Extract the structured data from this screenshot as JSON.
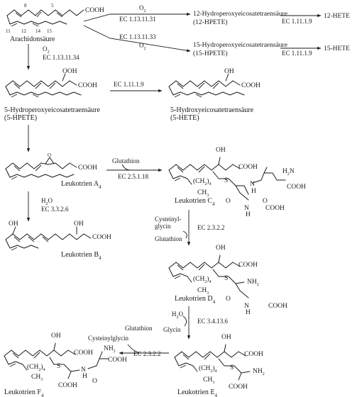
{
  "compounds": {
    "arachidonic": {
      "name": "Arachidonsäure",
      "numbers": [
        "8",
        "5",
        "11",
        "12",
        "14",
        "15"
      ]
    },
    "hpete12": {
      "name": "12-Hydroperoxyeicosatetraensäure",
      "abbr": "(12-HPETE)"
    },
    "hpete15": {
      "name": "15-Hydroperoxyeicosatetraensäure",
      "abbr": "(15-HPETE)"
    },
    "hete12": {
      "name": "12-HETE"
    },
    "hete15": {
      "name": "15-HETE"
    },
    "hpete5": {
      "name": "5-Hydroperoxyeicosatetraensäure",
      "abbr": "(5-HPETE)"
    },
    "hete5": {
      "name": "5-Hydroxyeicosatetraensäure",
      "abbr": "(5-HETE)"
    },
    "lta4": {
      "name": "Leukotrien A",
      "sub": "4"
    },
    "ltb4": {
      "name": "Leukotrien B",
      "sub": "4"
    },
    "ltc4": {
      "name": "Leukotrien C",
      "sub": "4"
    },
    "ltd4": {
      "name": "Leukotrien D",
      "sub": "4"
    },
    "lte4": {
      "name": "Leukotrien E",
      "sub": "4"
    },
    "ltf4": {
      "name": "Leukotrien F",
      "sub": "4"
    }
  },
  "groups": {
    "cooh": "COOH",
    "ooh": "OOH",
    "oh": "OH",
    "o": "O",
    "s": "S",
    "nh": "N",
    "h": "H",
    "h2n": "H",
    "nh2": "NH",
    "ch2": "(CH",
    "ch2_close": ")",
    "ch3": "CH",
    "sub2": "2",
    "sub3": "3",
    "sub4": "4"
  },
  "reactions": {
    "o2_a": "O",
    "o2_b": "O",
    "o2_c": "O",
    "ec_12lox": "EC 1.13.11.31",
    "ec_15lox": "EC 1.13.11.33",
    "ec_5lox": "EC 1.13.11.34",
    "ec_gpx_a": "EC 1.11.1.9",
    "ec_gpx_b": "EC 1.11.1.9",
    "ec_gpx_c": "EC 1.11.1.9",
    "h2o_a": "H",
    "h2o_b": "H",
    "ec_hydrolase": "EC 3.3.2.6",
    "glutathion_in": "Glutathion",
    "ec_ltc4s": "EC 2.5.1.18",
    "cysgly_out_a": "Cysteinyl-",
    "cysgly_out_b": "glycin",
    "glutathion_in2": "Glutathion",
    "ec_ggt_a": "EC 2.3.2.2",
    "glycin_out": "Glycin",
    "ec_dipeptidase": "EC 3.4.13.6",
    "glutathion_in3": "Glutathion",
    "cysgly_out3": "Cysteinylglycin",
    "ec_ggt_b": "EC 2.3.2.2"
  }
}
